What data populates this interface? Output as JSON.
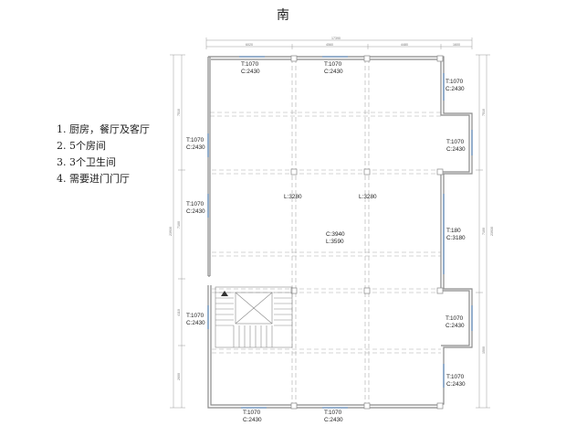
{
  "orientation_label": "南",
  "requirements": [
    "1. 厨房，餐厅及客厅",
    "2. 5个房间",
    "3. 3个卫生间",
    "4. 需要进门门厅"
  ],
  "window_labels": {
    "top_left": [
      "T:1070",
      "C:2430"
    ],
    "top_mid": [
      "T:1070",
      "C:2430"
    ],
    "right_1": [
      "T:1070",
      "C:2430"
    ],
    "right_2": [
      "T:1070",
      "C:2430"
    ],
    "left_1": [
      "T:1070",
      "C:2430"
    ],
    "left_2": [
      "T:1070",
      "C:2430"
    ],
    "right_3": [
      "T:180",
      "C:3180"
    ],
    "left_3": [
      "T:1070",
      "C:2430"
    ],
    "right_4": [
      "T:1070",
      "C:2430"
    ],
    "right_5": [
      "T:1070",
      "C:2430"
    ],
    "bottom_left": [
      "T:1070",
      "C:2430"
    ],
    "bottom_mid": [
      "T:1070",
      "C:2430"
    ]
  },
  "beam_labels": {
    "l_left": "L:3280",
    "l_right": "L:3280",
    "center": [
      "C:3940",
      "L:3590"
    ]
  },
  "dimension_labels": {
    "top_total": "17390",
    "top_segments": [
      "6020",
      "4560",
      "4480",
      "1600"
    ],
    "left_segments": [
      "7510",
      "7100",
      "4110",
      "2600"
    ],
    "left_total": "23930",
    "right_segments": [
      "7510",
      "7100",
      "1500"
    ],
    "right_total": "23930"
  },
  "colors": {
    "wall": "#8a8a8a",
    "window": "#7ea0c4",
    "dashed": "#aaaaaa",
    "text": "#222222"
  }
}
